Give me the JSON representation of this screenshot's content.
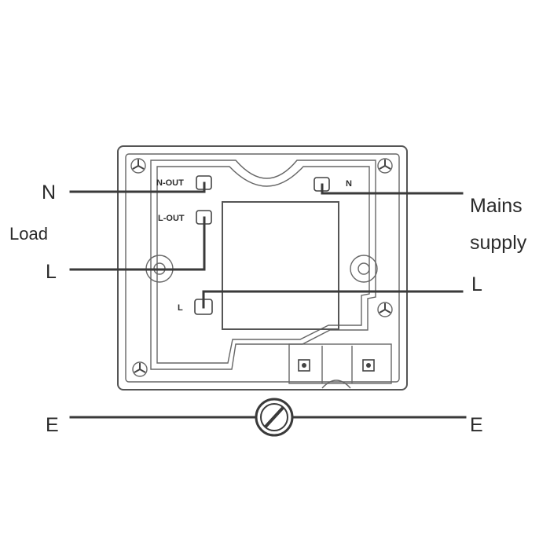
{
  "left_side": {
    "n_label": "N",
    "load_label": "Load",
    "l_label": "L"
  },
  "right_side": {
    "mains_line1": "Mains",
    "mains_line2": "supply",
    "l_label": "L"
  },
  "earth": {
    "left_label": "E",
    "right_label": "E"
  },
  "terminals": {
    "n_out": "N-OUT",
    "l_out": "L-OUT",
    "n_in": "N",
    "l_in": "L"
  }
}
